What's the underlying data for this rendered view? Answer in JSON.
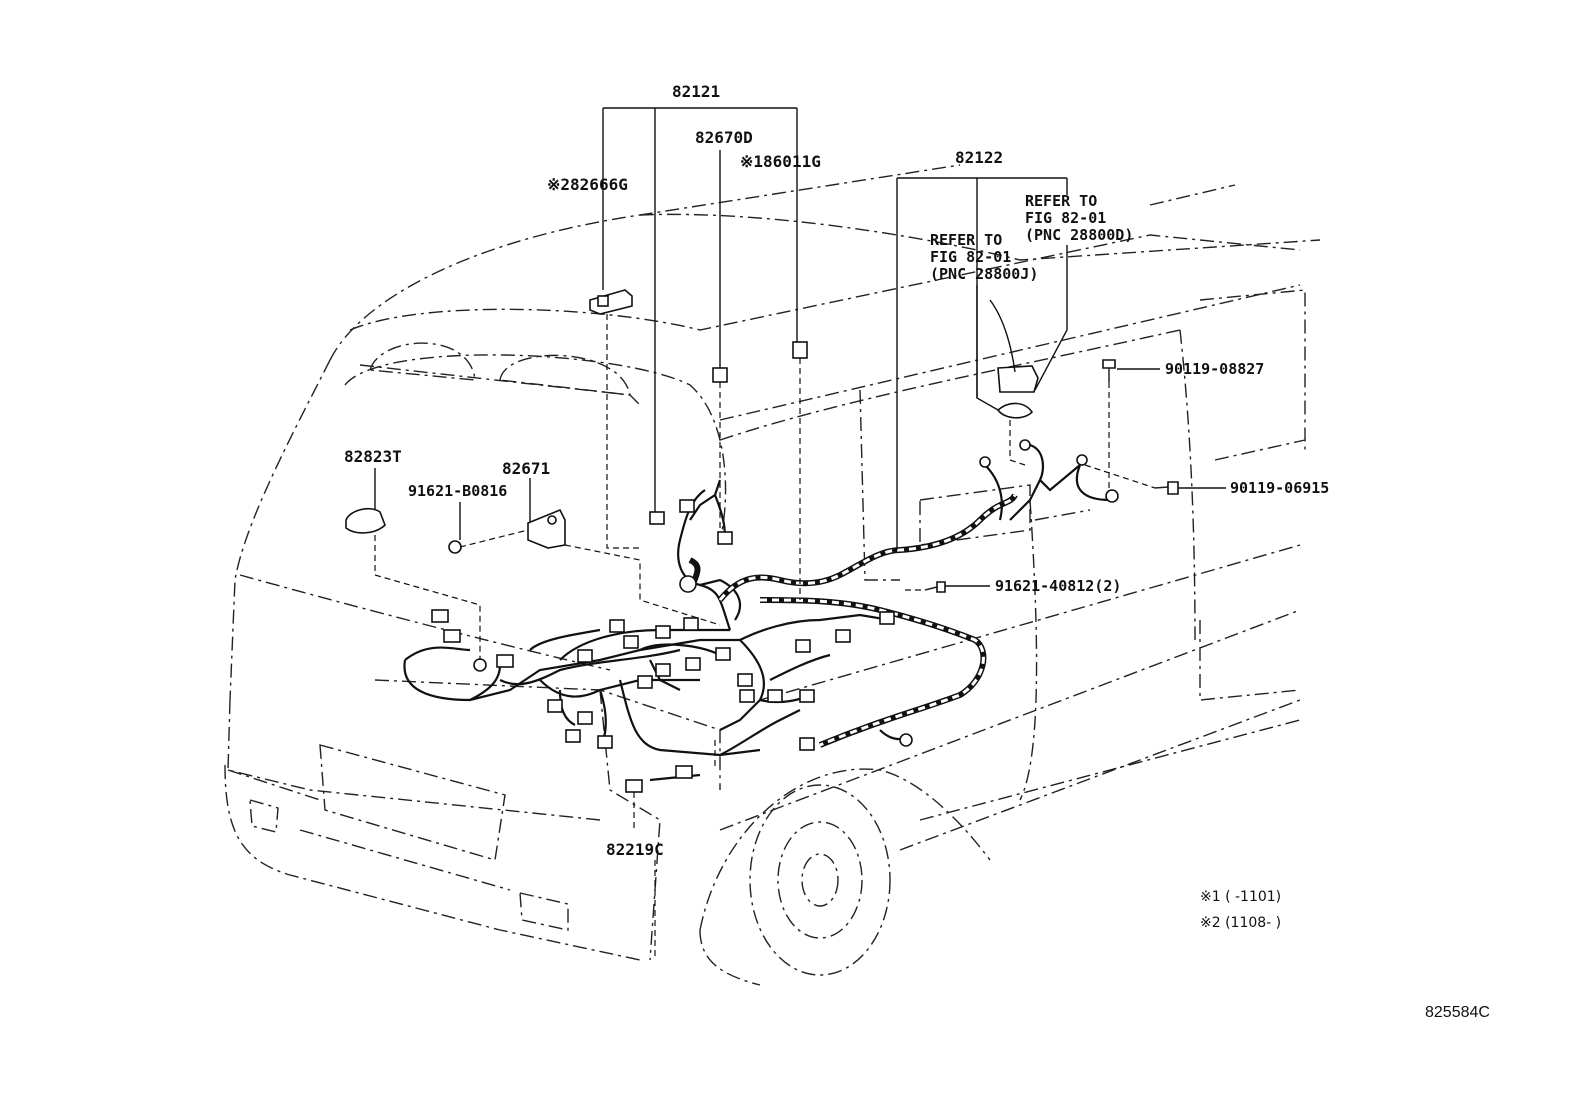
{
  "diagram": {
    "labels": {
      "p82121": "82121",
      "p82670D": "82670D",
      "p86011G": "※186011G",
      "p82666G": "※282666G",
      "p82122": "82122",
      "p82823T": "82823T",
      "p82671": "82671",
      "p91621B0816": "91621-B0816",
      "p9011908827": "90119-08827",
      "p9011906915": "90119-06915",
      "p9162140812": "91621-40812(2)",
      "p82219C": "82219C"
    },
    "refs": {
      "ref1_line1": "REFER TO",
      "ref1_line2": "FIG 82-01",
      "ref1_line3": "(PNC 28800D)",
      "ref2_line1": "REFER TO",
      "ref2_line2": "FIG 82-01",
      "ref2_line3": "(PNC 28800J)"
    },
    "notes": {
      "note1": "※1 (      -1101)",
      "note2": "※2 (1108-      )"
    },
    "code": "825584C"
  }
}
